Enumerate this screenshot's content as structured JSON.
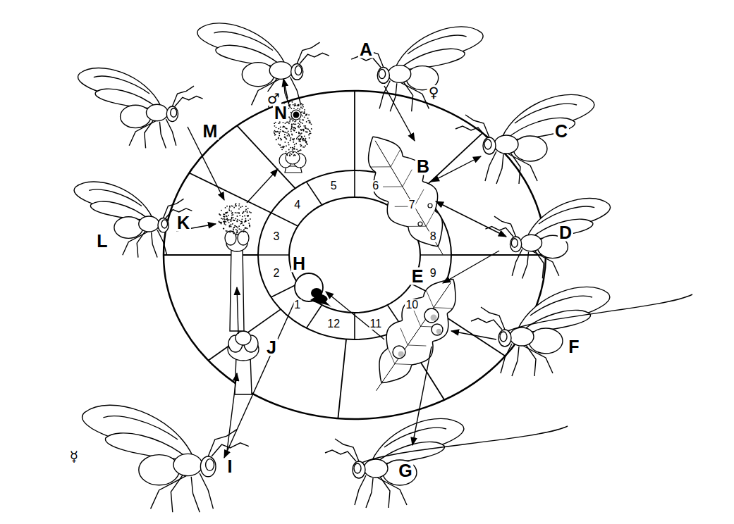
{
  "diagram": {
    "labels": [
      "A",
      "♂",
      "♀",
      "B",
      "C",
      "D",
      "E",
      "F",
      "G",
      "H",
      "I",
      "☿",
      "J",
      "K",
      "L",
      "M",
      "N",
      "1",
      "2",
      "3",
      "4",
      "5",
      "6",
      "7",
      "8",
      "9",
      "10",
      "11",
      "12"
    ]
  }
}
